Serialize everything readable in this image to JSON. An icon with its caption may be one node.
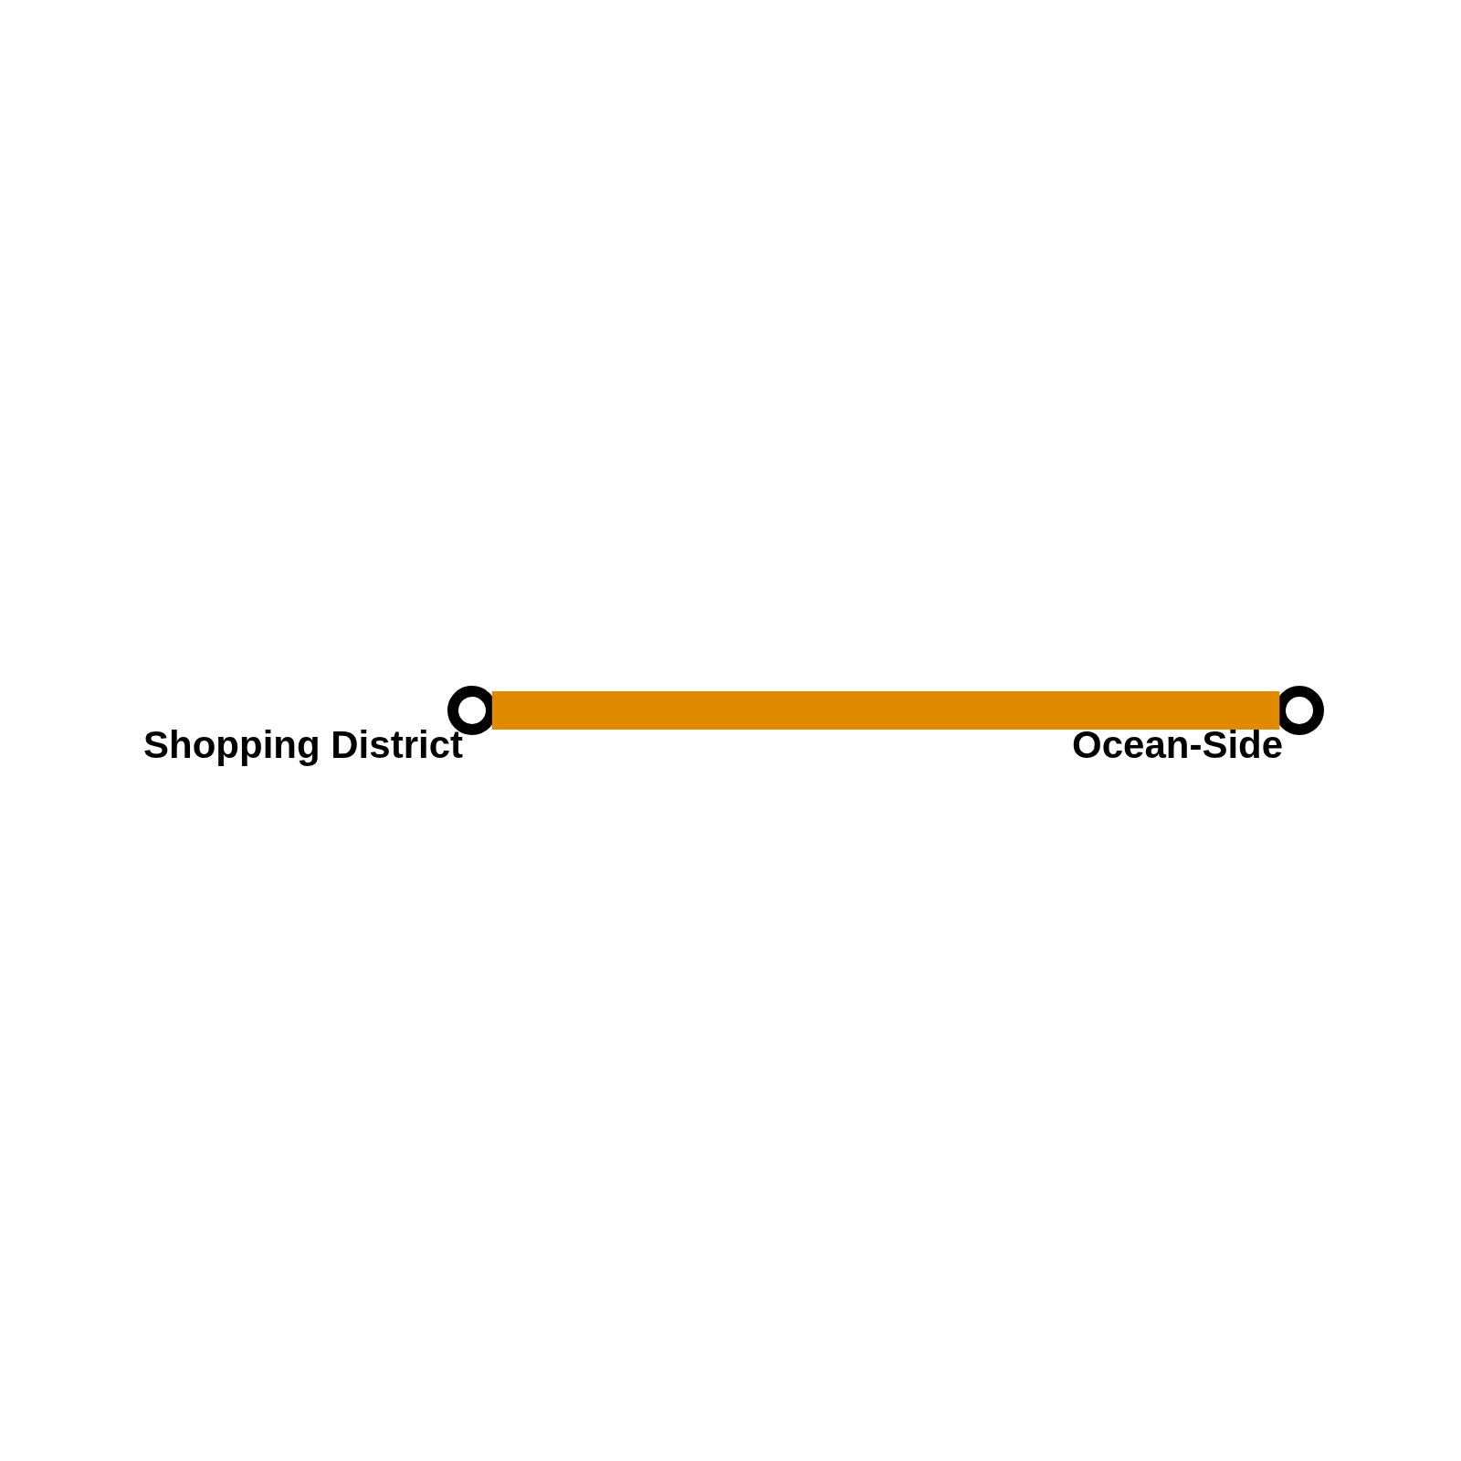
{
  "diagram": {
    "nodes": [
      {
        "text": [],
        "shape": "circle",
        "beside": [
          "Shopping District"
        ]
      },
      {
        "text": [],
        "shape": "circle",
        "beside": [
          "Ocean-Side"
        ]
      }
    ],
    "edges": [
      {
        "from": 0,
        "to": 1,
        "arrow": "none",
        "color": "#e08a00"
      }
    ]
  }
}
